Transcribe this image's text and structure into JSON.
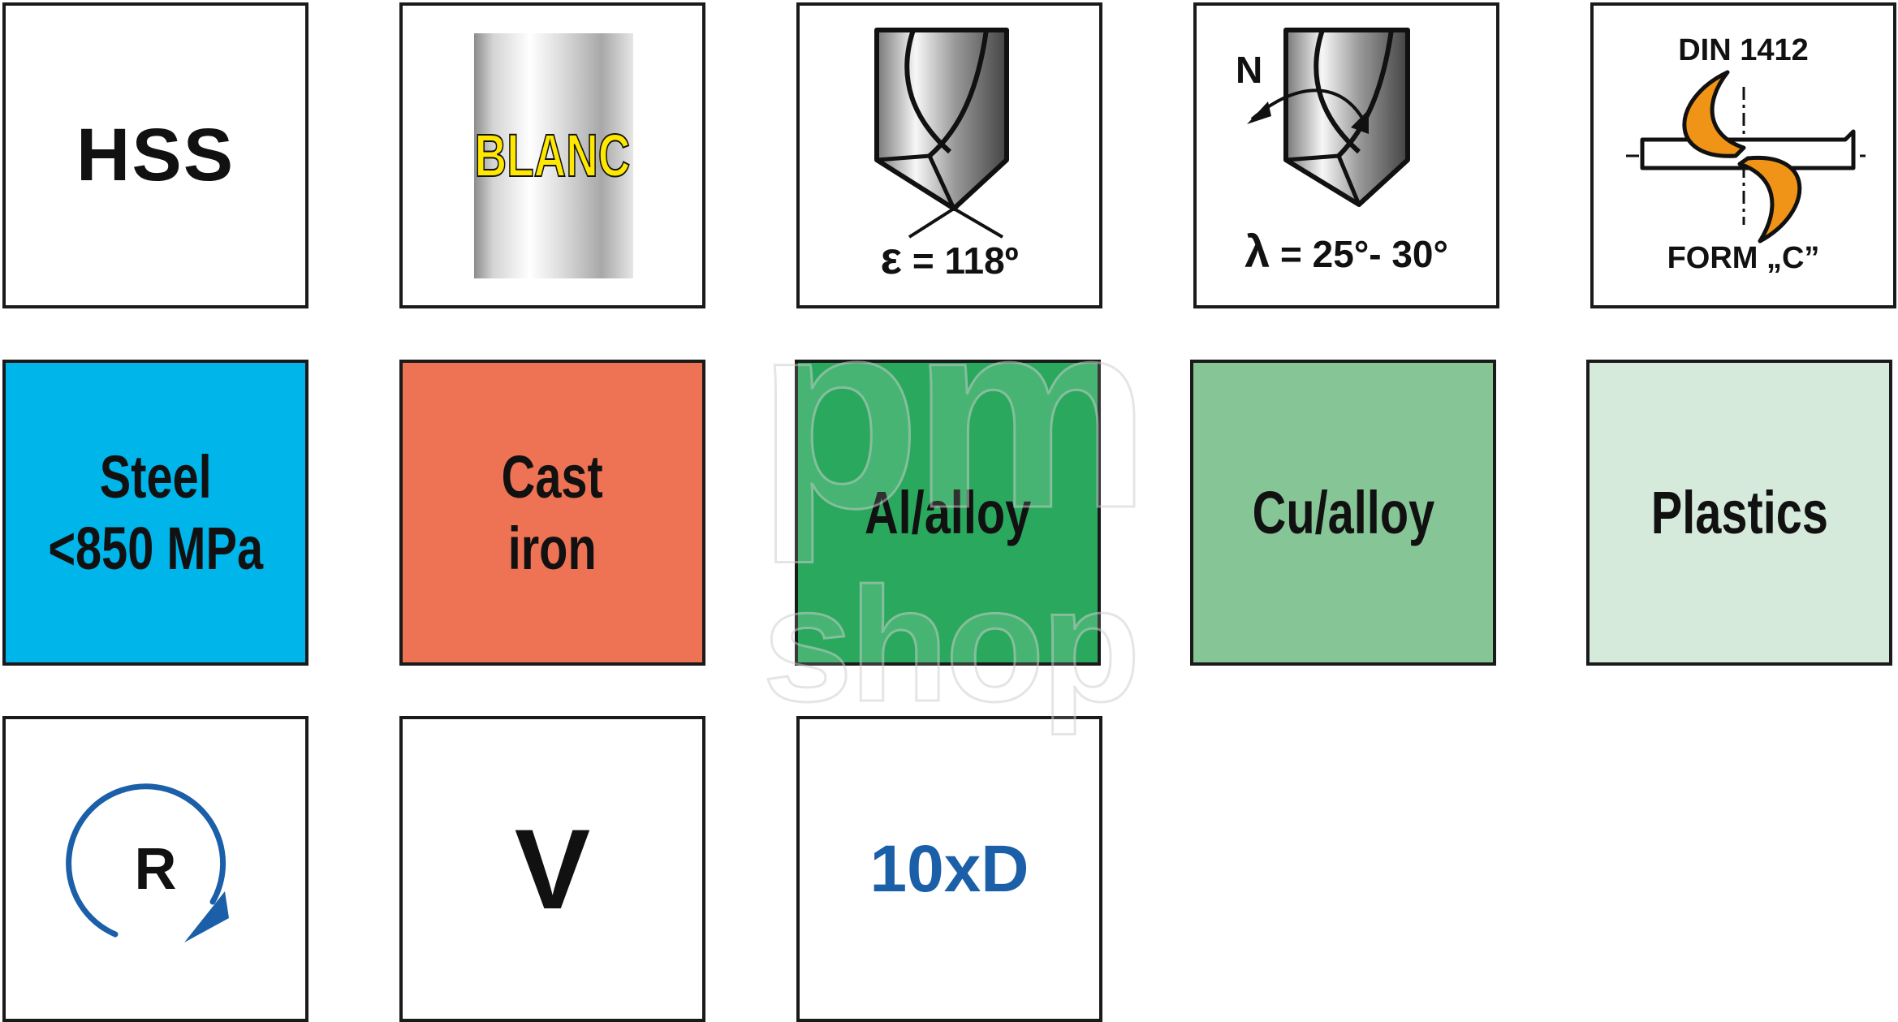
{
  "tiles": {
    "hss": {
      "label": "HSS"
    },
    "blanc": {
      "label": "BLANC",
      "label_color": "#ffe800"
    },
    "point_angle": {
      "symbol": "ε",
      "value": " = 118º"
    },
    "helix_angle": {
      "corner_label": "N",
      "symbol": "λ",
      "value": " = 25°- 30°"
    },
    "din": {
      "standard": "DIN 1412",
      "form": "FORM „C”",
      "accent_color": "#ef9416"
    },
    "steel": {
      "line1": "Steel",
      "line2": "<850 MPa",
      "color": "#00b5ea"
    },
    "cast_iron": {
      "line1": "Cast",
      "line2": "iron",
      "color": "#ee7254"
    },
    "aluminium": {
      "label": "Al/alloy",
      "color": "#2aa85d"
    },
    "copper": {
      "label": "Cu/alloy",
      "color": "#86c596"
    },
    "plastics": {
      "label": "Plastics",
      "color": "#d6eadc"
    },
    "rotation": {
      "label": "R",
      "arrow_color": "#1a5fa8",
      "icon": "clockwise-rotation-arrow"
    },
    "shank": {
      "label": "V"
    },
    "length": {
      "label": "10xD",
      "color": "#1a5fa8"
    }
  },
  "watermark": {
    "line1": "pm",
    "line2": "shop"
  }
}
